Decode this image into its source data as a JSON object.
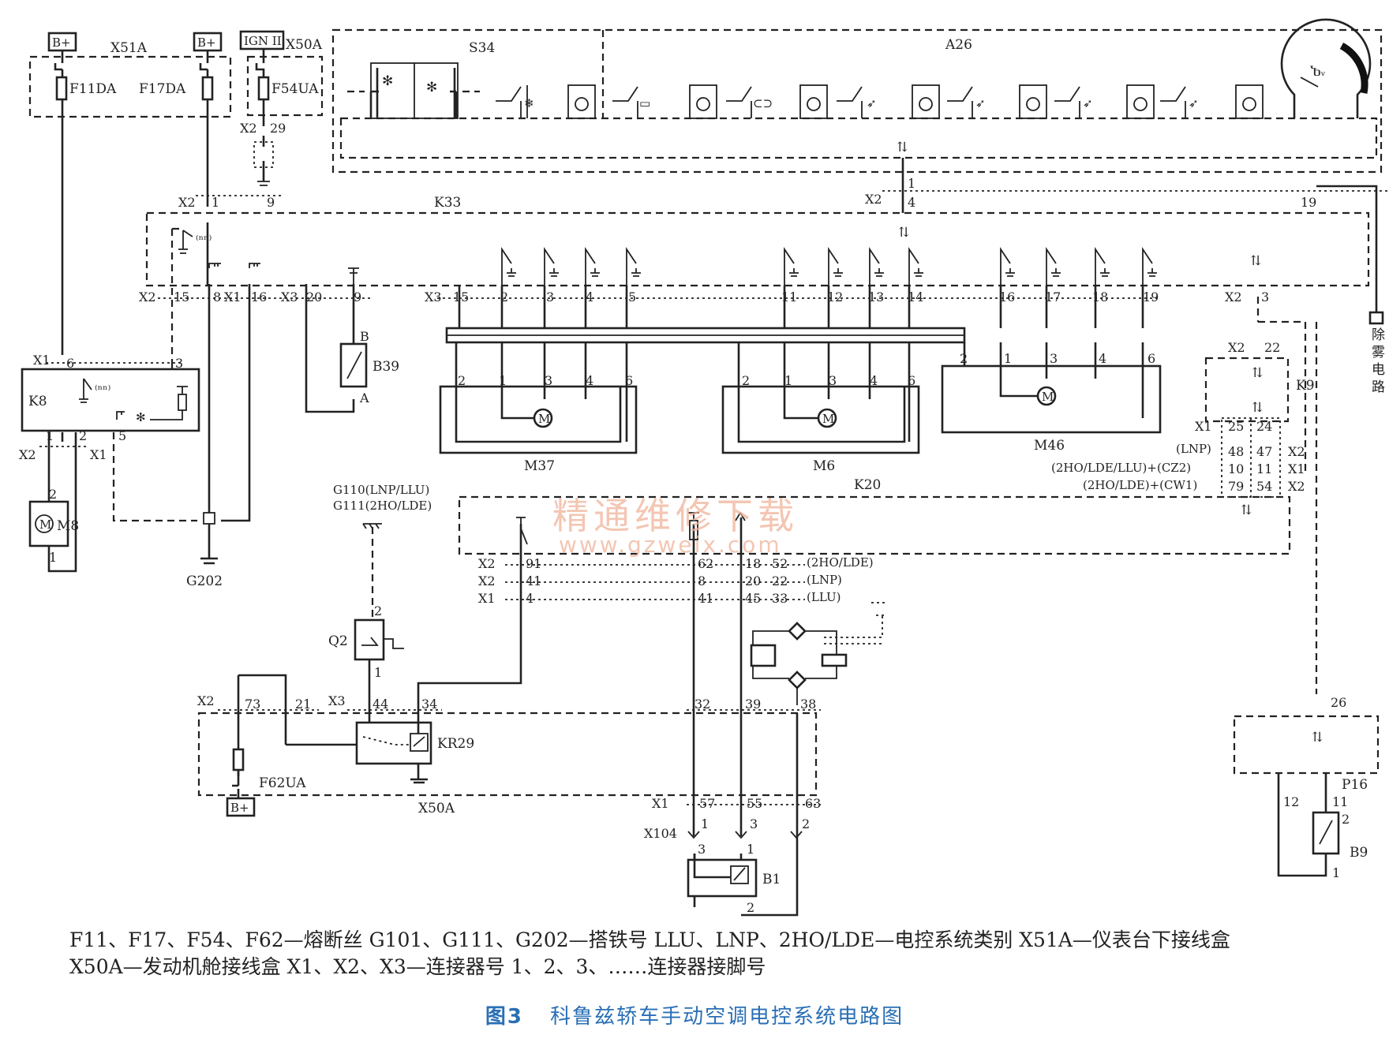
{
  "components": {
    "bplus": "B+",
    "ign": "IGN II",
    "x51a": "X51A",
    "x50a": "X50A",
    "f11da": "F11DA",
    "f17da": "F17DA",
    "f54ua": "F54UA",
    "f62ua": "F62UA",
    "s34": "S34",
    "a26": "A26",
    "k33": "K33",
    "k8": "K8",
    "m8": "M8",
    "g202": "G202",
    "b39": "B39",
    "m37": "M37",
    "m6": "M6",
    "m46": "M46",
    "k20": "K20",
    "k9": "K9",
    "p16": "P16",
    "b9": "B9",
    "q2": "Q2",
    "kr29": "KR29",
    "x104": "X104",
    "b1": "B1",
    "g110": "G110(LNP/LLU)",
    "g111": "G111(2HO/LDE)",
    "defog": "除雾电路"
  },
  "connectors": {
    "x1": "X1",
    "x2": "X2",
    "x3": "X3"
  },
  "variants": {
    "lnp": "(LNP)",
    "llu": "(LLU)",
    "hoLde": "(2HO/LDE)",
    "cz2": "(2HO/LDE/LLU)+(CZ2)",
    "cw1": "(2HO/LDE)+(CW1)"
  },
  "legend": {
    "line1": "F11、F17、F54、F62—熔断丝  G101、G111、G202—搭铁号  LLU、LNP、2HO/LDE—电控系统类别  X51A—仪表台下接线盒",
    "line2": "X50A—发动机舱接线盒  X1、X2、X3—连接器号  1、2、3、……连接器接脚号"
  },
  "figure": {
    "number": "图3",
    "title": "科鲁兹轿车手动空调电控系统电路图"
  },
  "watermark": {
    "cn": "精通维修下载",
    "url": "www.gzweix.com"
  }
}
